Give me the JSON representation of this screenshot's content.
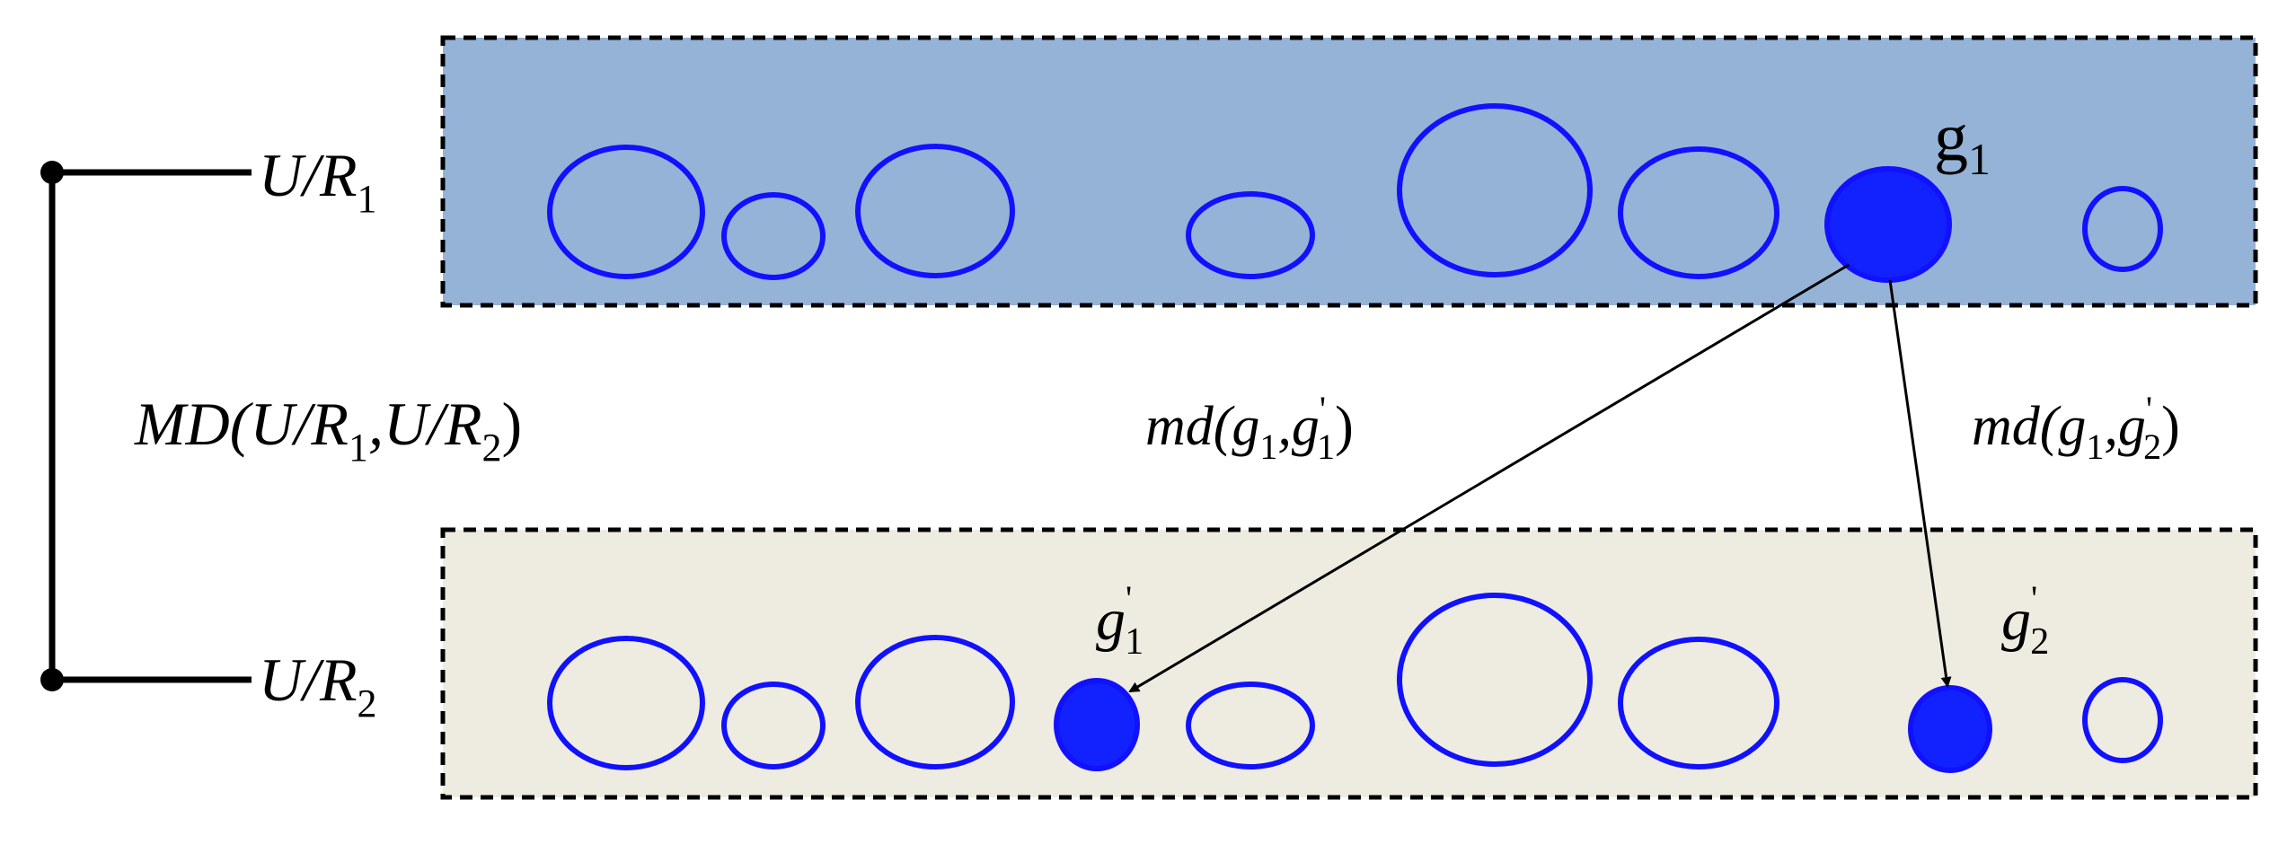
{
  "colors": {
    "top_panel_fill": "#95b3d7",
    "bottom_panel_fill": "#eeece1",
    "ellipse_stroke": "#1111ff",
    "ellipse_fill": "#1122ff",
    "line": "#000000"
  },
  "labels": {
    "row1": {
      "main": "U/R",
      "sub": "1"
    },
    "row2": {
      "main": "U/R",
      "sub": "2"
    },
    "md_big": {
      "a": "MD(U/R",
      "s1": "1",
      "b": ",U/R",
      "s2": "2",
      "c": ")"
    },
    "md_left": {
      "a": "md(g",
      "s1": "1",
      "b": ",g",
      "prime": "'",
      "s2": "1",
      "c": ")"
    },
    "md_right": {
      "a": "md(g",
      "s1": "1",
      "b": ",g",
      "prime": "'",
      "s2": "2",
      "c": ")"
    },
    "g1_top": {
      "main": "g",
      "sub": "1"
    },
    "g1_prime": {
      "main": "g",
      "prime": "'",
      "sub": "1"
    },
    "g2_prime": {
      "main": "g",
      "prime": "'",
      "sub": "2"
    }
  },
  "granules": {
    "top_row": [
      {
        "filled": false
      },
      {
        "filled": false
      },
      {
        "filled": false
      },
      {
        "filled": false
      },
      {
        "filled": false
      },
      {
        "filled": false
      },
      {
        "filled": true,
        "name": "g1"
      },
      {
        "filled": false
      }
    ],
    "bottom_row": [
      {
        "filled": false
      },
      {
        "filled": false
      },
      {
        "filled": false
      },
      {
        "filled": true,
        "name": "g1'"
      },
      {
        "filled": false
      },
      {
        "filled": false
      },
      {
        "filled": false
      },
      {
        "filled": true,
        "name": "g2'"
      },
      {
        "filled": false
      }
    ]
  }
}
